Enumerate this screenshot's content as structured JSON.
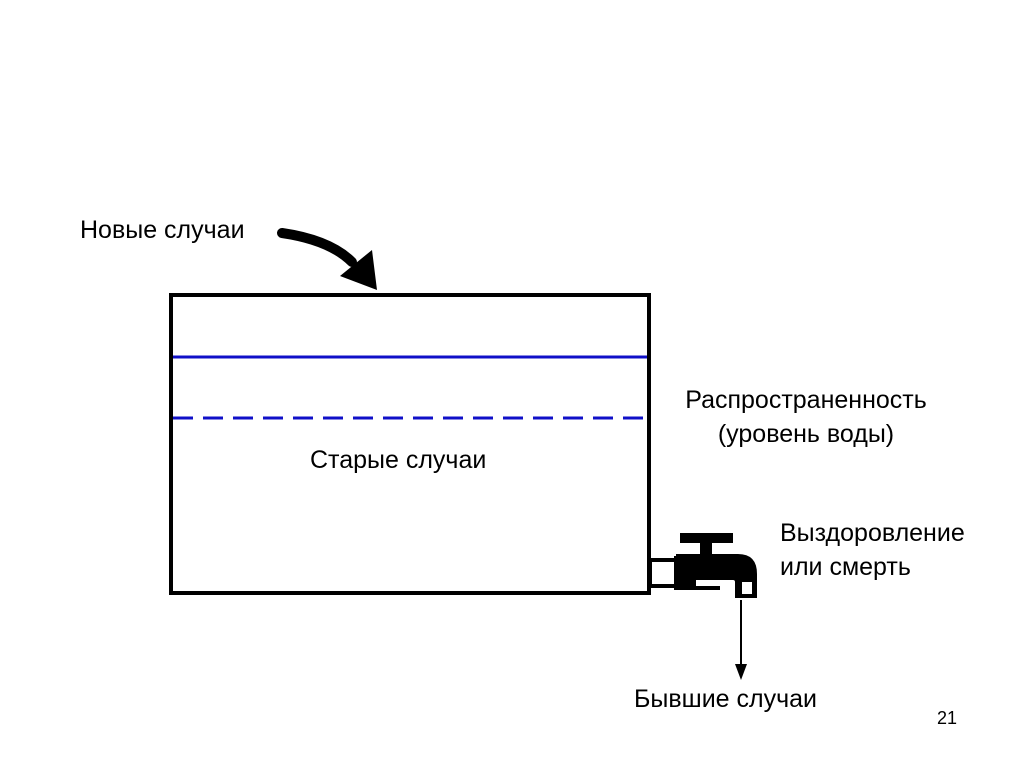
{
  "labels": {
    "new_cases": "Новые случаи",
    "old_cases": "Старые случаи",
    "prevalence_line1": "Распространенность",
    "prevalence_line2": "(уровень воды)",
    "recovery_line1": "Выздоровление",
    "recovery_line2": "или смерть",
    "former_cases": "Бывшие случаи"
  },
  "page_number": "21",
  "colors": {
    "water_line": "#1010c8",
    "outline": "#000000"
  },
  "icons": [
    "inflow-arrow-icon",
    "faucet-icon",
    "outflow-arrow-icon"
  ]
}
